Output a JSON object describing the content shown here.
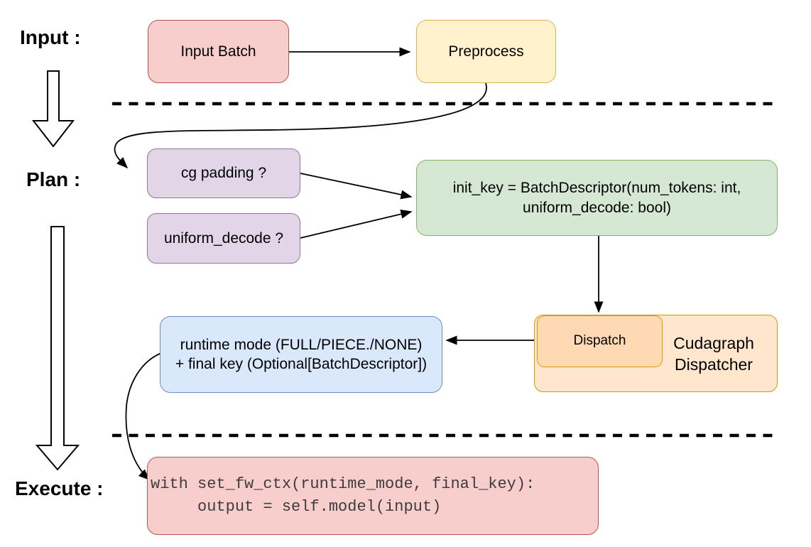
{
  "diagram": {
    "title_hint": "Cudagraph dispatch flow",
    "stage_labels": {
      "input": "Input :",
      "plan": "Plan :",
      "execute": "Execute :"
    },
    "nodes": {
      "input_batch": {
        "label": "Input Batch",
        "fill": "#f8cecc",
        "stroke": "#b85450"
      },
      "preprocess": {
        "label": "Preprocess",
        "fill": "#fff2cc",
        "stroke": "#d6b656"
      },
      "cg_padding": {
        "label": "cg padding ?",
        "fill": "#e1d5e7",
        "stroke": "#9673a6"
      },
      "uniform_decode": {
        "label": "uniform_decode ?",
        "fill": "#e1d5e7",
        "stroke": "#9673a6"
      },
      "init_key": {
        "line1": "init_key = BatchDescriptor(num_tokens: int,",
        "line2": "uniform_decode: bool)",
        "fill": "#d5e8d4",
        "stroke": "#82b366"
      },
      "cudagraph_dispatcher": {
        "line1": "Cudagraph",
        "line2": "Dispatcher",
        "fill": "#ffe6cc",
        "stroke": "#d79b00"
      },
      "dispatch": {
        "label": "Dispatch",
        "fill": "#ffd9b3",
        "stroke": "#d79b00"
      },
      "runtime_mode": {
        "line1": "runtime mode (FULL/PIECE./NONE)",
        "line2": "+ final key (Optional[BatchDescriptor])",
        "fill": "#dae8fc",
        "stroke": "#6c8ebf"
      },
      "execute_code": {
        "line1": "with set_fw_ctx(runtime_mode, final_key):",
        "line2": "     output = self.model(input)",
        "fill": "#f8cecc",
        "stroke": "#b85450",
        "text_color": "#3d3d3d"
      }
    },
    "connector_color": "#000000"
  }
}
